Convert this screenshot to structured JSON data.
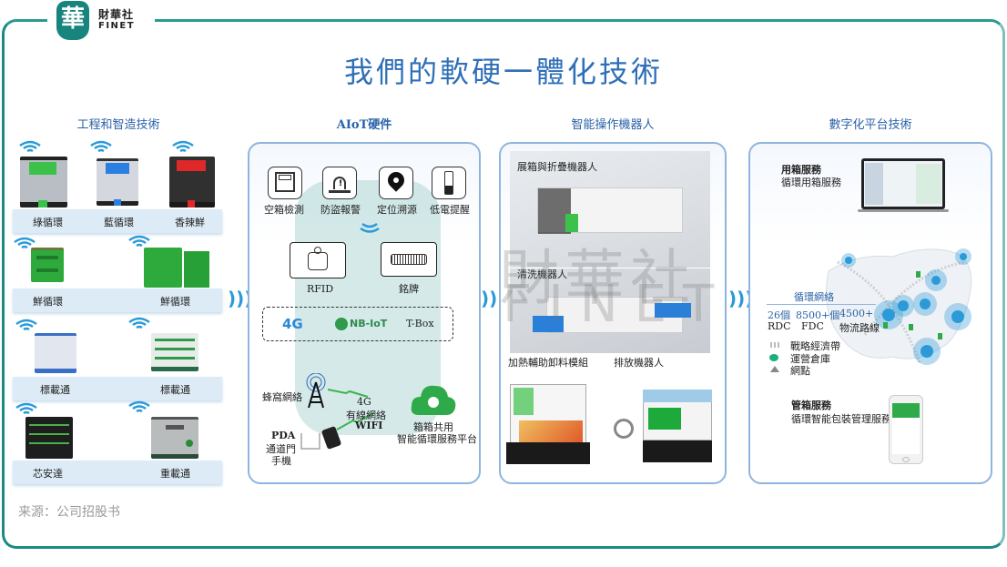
{
  "brand": {
    "logo_char": "華",
    "name_cn": "財華社",
    "name_en": "FINET"
  },
  "title": "我們的軟硬一體化技術",
  "columns": [
    {
      "title": "工程和智造技術",
      "products": [
        {
          "label": "綠循環",
          "color": "#3cc24a"
        },
        {
          "label": "藍循環",
          "color": "#2a7fe0"
        },
        {
          "label": "香辣鮮",
          "color": "#e02828"
        },
        {
          "label": "鮮循環",
          "color": "#2eaa3c"
        },
        {
          "label": "鮮循環",
          "color": "#2eaa3c"
        },
        {
          "label": "標載通",
          "color": "#3a6fc8"
        },
        {
          "label": "標載通",
          "color": "#2e9a4a"
        },
        {
          "label": "芯安達",
          "color": "#222222"
        },
        {
          "label": "重載通",
          "color": "#7a8a8a"
        }
      ]
    },
    {
      "title": "AIoT硬件",
      "sensors": [
        {
          "label": "空箱檢測",
          "icon": "empty-box-detect-icon"
        },
        {
          "label": "防盜報警",
          "icon": "alarm-siren-icon"
        },
        {
          "label": "定位溯源",
          "icon": "location-pin-icon"
        },
        {
          "label": "低電提醒",
          "icon": "low-battery-icon"
        }
      ],
      "tags": [
        {
          "label": "RFID",
          "icon": "rfid-tag-icon"
        },
        {
          "label": "銘牌",
          "icon": "barcode-nameplate-icon"
        }
      ],
      "connectivity": [
        "4G",
        "NB-IoT",
        "T-Box"
      ],
      "network": {
        "cellular": "蜂窩網絡",
        "links": [
          "4G",
          "有線網絡",
          "WIFI"
        ],
        "devices": [
          "PDA",
          "通道門",
          "手機"
        ],
        "platform": [
          "箱箱共用",
          "智能循環服務平台"
        ]
      }
    },
    {
      "title": "智能操作機器人",
      "robots": [
        {
          "label": "展箱與折疊機器人"
        },
        {
          "label": "清洗機器人"
        },
        {
          "label": "加熱輔助卸料模組"
        },
        {
          "label": "排放機器人"
        }
      ]
    },
    {
      "title": "數字化平台技術",
      "services": [
        {
          "title": "用箱服務",
          "subtitle": "循環用箱服務"
        },
        {
          "title": "管箱服務",
          "subtitle": "循環智能包裝管理服務"
        }
      ],
      "network": {
        "title": "循環網絡",
        "stats": [
          {
            "value": "26個",
            "label": "RDC"
          },
          {
            "value": "8500+個",
            "label": "FDC"
          },
          {
            "value": "4500+",
            "label": "物流路線"
          }
        ],
        "legend": [
          {
            "label": "戰略經濟帶",
            "symbol": "dashes",
            "color": "#bbbbbb"
          },
          {
            "label": "運營倉庫",
            "symbol": "circle",
            "color": "#1ab07a"
          },
          {
            "label": "網點",
            "symbol": "triangle",
            "color": "#888888"
          }
        ]
      }
    }
  ],
  "watermark": {
    "cn": "財華社",
    "en": "FINET"
  },
  "source": "来源：公司招股书"
}
